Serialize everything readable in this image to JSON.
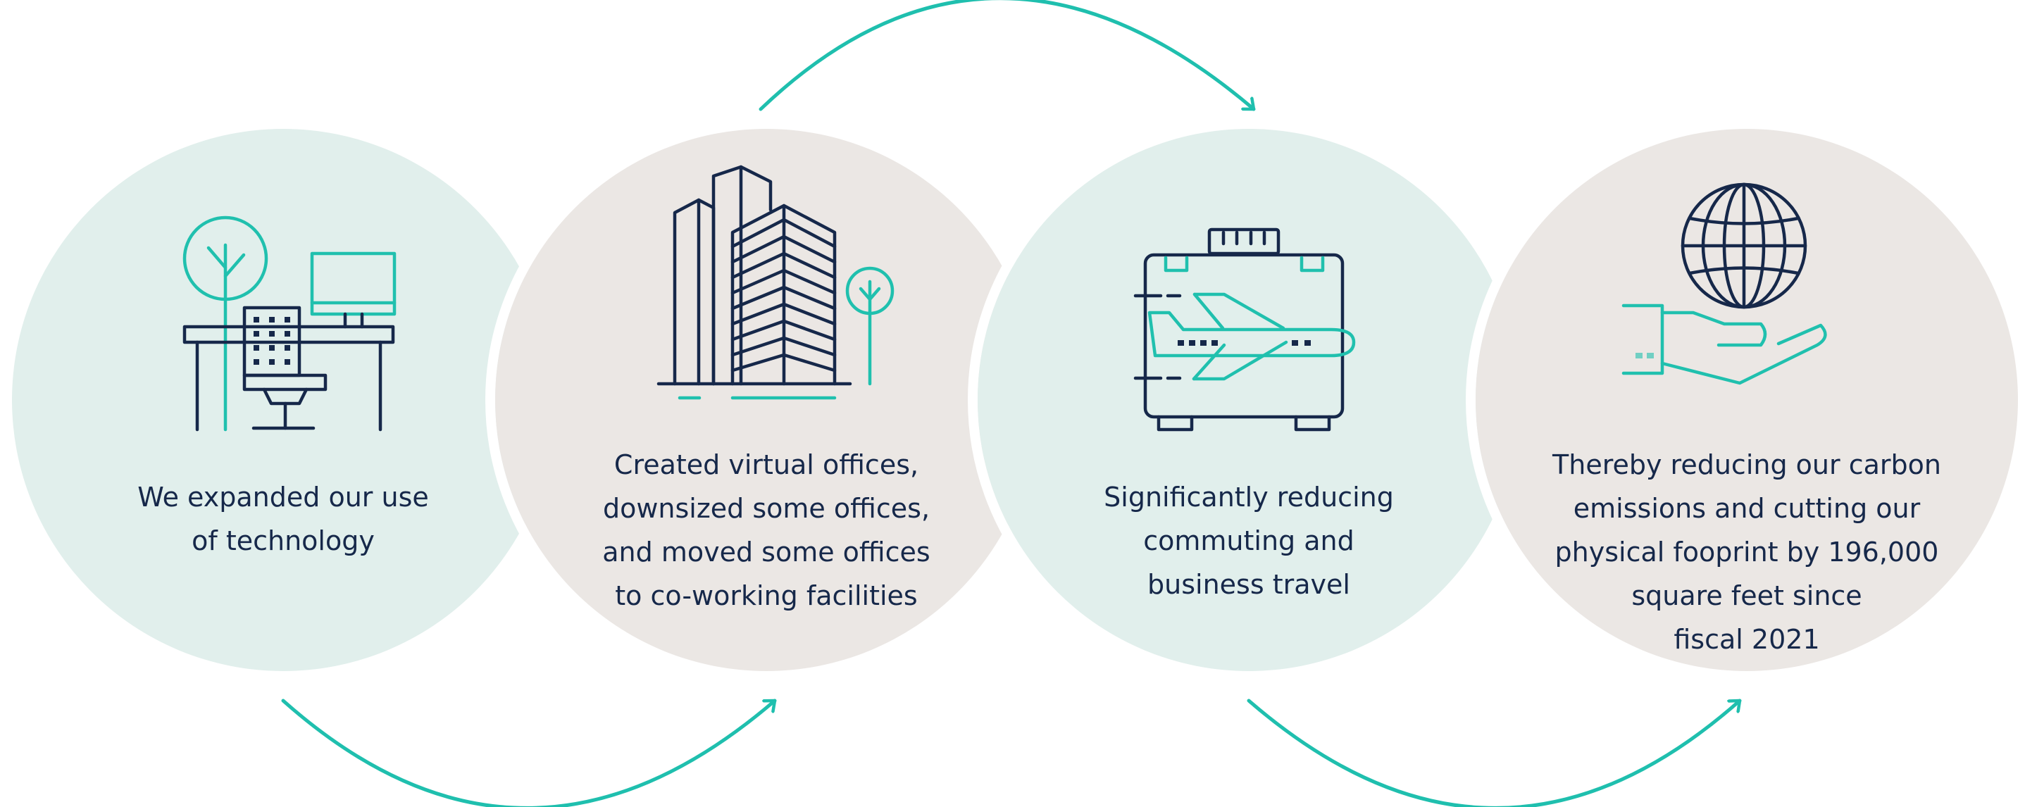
{
  "steps": [
    {
      "text": "We expanded our use\nof technology",
      "icon": "office-desk-icon",
      "background": "#e1efec"
    },
    {
      "text": "Created virtual offices,\ndownsized some offices,\nand moved some offices\nto co-working facilities",
      "icon": "city-buildings-icon",
      "background": "#ebe7e4"
    },
    {
      "text": "Significantly reducing\ncommuting and\nbusiness travel",
      "icon": "suitcase-airplane-icon",
      "background": "#e1efec"
    },
    {
      "text": "Thereby reducing our carbon\nemissions and cutting our\nphysical fooprint by 196,000\nsquare feet since\nfiscal 2021",
      "icon": "hand-globe-icon",
      "background": "#ebe7e4"
    }
  ],
  "colors": {
    "navy": "#16284a",
    "teal": "#20c0ae",
    "mint": "#e1efec",
    "warm": "#ebe7e4"
  }
}
